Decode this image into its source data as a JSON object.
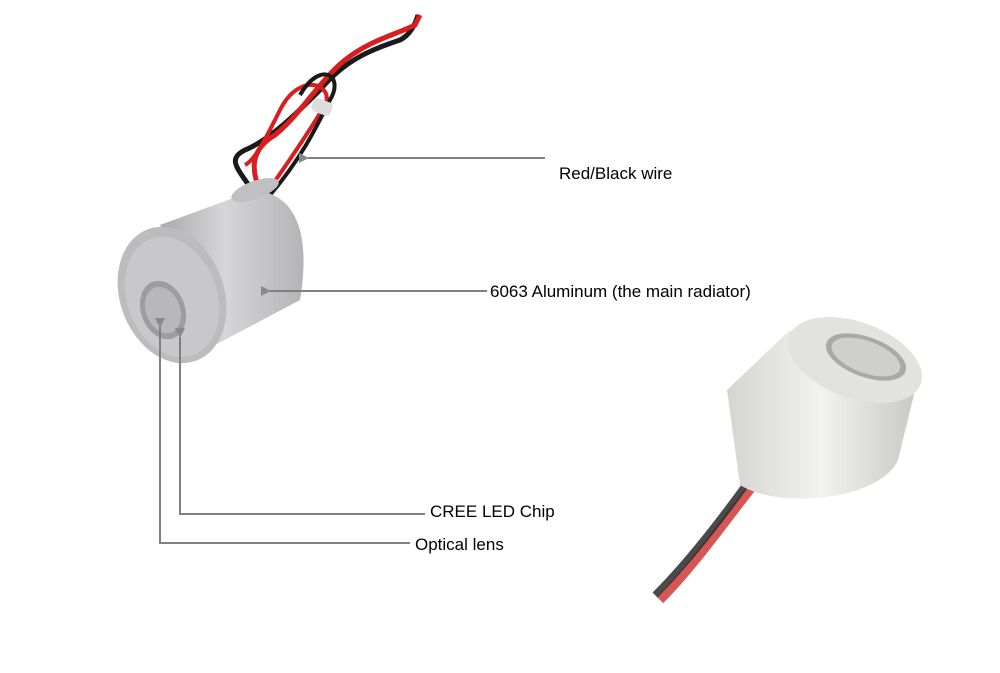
{
  "labels": {
    "wire": "Red/Black wire",
    "aluminum": "6063 Aluminum (the main radiator)",
    "chip": "CREE LED Chip",
    "lens": "Optical lens"
  },
  "colors": {
    "leader_line": "#808080",
    "aluminum": "#c8c8ca",
    "wire_red": "#d81e1e",
    "wire_black": "#1a1a1a"
  }
}
